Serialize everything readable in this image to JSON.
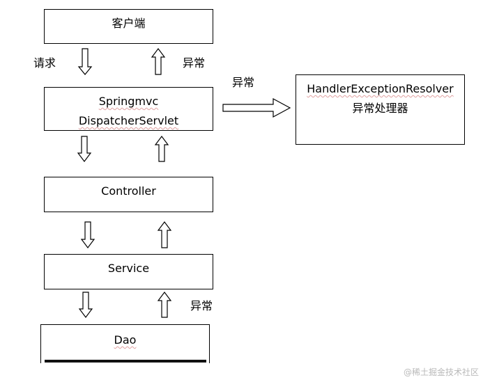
{
  "boxes": {
    "client": "客户端",
    "dispatcher_line1": "Springmvc",
    "dispatcher_line2": "DispatcherServlet",
    "controller": "Controller",
    "service": "Service",
    "dao": "Dao",
    "resolver_line1": "HandlerExceptionResolver",
    "resolver_line2": "异常处理器"
  },
  "labels": {
    "request": "请求",
    "exception_top": "异常",
    "exception_right": "异常",
    "exception_bottom": "异常"
  },
  "watermark": "@稀土掘金技术社区"
}
